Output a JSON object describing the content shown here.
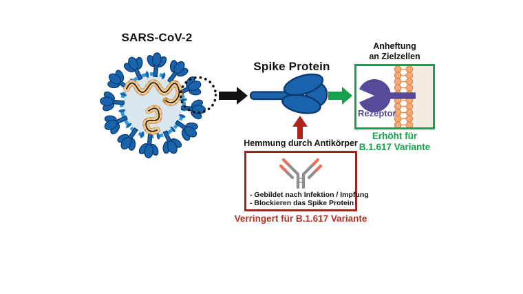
{
  "labels": {
    "virus_title": "SARS-CoV-2",
    "spike_title": "Spike Protein",
    "attachment_title_line1": "Anheftung",
    "attachment_title_line2": "an Zielzellen",
    "receptor": "Rezeptor",
    "attachment_effect_line1": "Erhöht für",
    "attachment_effect_line2": "B.1.617 Variante",
    "inhibition_title": "Hemmung durch Antikörper",
    "inhibition_bullet1": "- Gebildet nach Infektion / Impfung",
    "inhibition_bullet2": "- Blockieren das Spike Protein",
    "inhibition_effect": "Verringert für B.1.617 Variante"
  },
  "icons": {
    "black_arrow": "right-arrow",
    "green_arrow": "right-arrow",
    "red_arrow": "up-arrow",
    "dotted_circle": "spike-highlight-circle",
    "virus": "coronavirus-particle",
    "spike": "spike-protein-club",
    "receptor": "receptor-pacman",
    "membrane": "lipid-bilayer",
    "antibody": "igg-antibody"
  },
  "colors": {
    "green": "#17a04b",
    "dark_red": "#9c2a23",
    "red_text": "#b23227",
    "virus_blue": "#1a64ad",
    "virus_outline": "#0a3a70",
    "ring_blue": "#2b9ddf",
    "virus_body": "#d8e6ee",
    "rna_bead": "#f0c890",
    "receptor_purple": "#564a9b",
    "membrane_orange": "#f2ab77",
    "cell_beige": "#f3eae1",
    "antibody_gray": "#8f8f8f",
    "antibody_tip": "#e8705a",
    "arrow_black": "#111111",
    "arrow_red": "#b0241b"
  }
}
